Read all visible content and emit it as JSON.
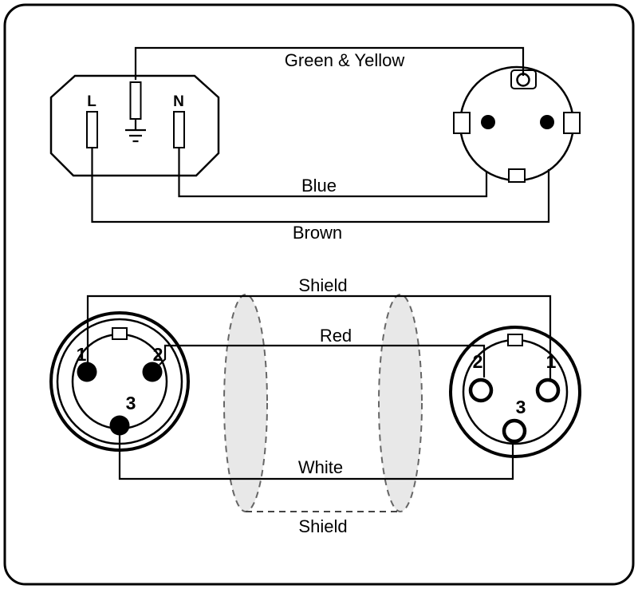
{
  "power_section": {
    "iec_inlet": {
      "pin_live_label": "L",
      "pin_neutral_label": "N"
    },
    "wire_labels": {
      "earth": "Green & Yellow",
      "neutral": "Blue",
      "live": "Brown"
    }
  },
  "xlr_section": {
    "male_xlr": {
      "pin1": "1",
      "pin2": "2",
      "pin3": "3"
    },
    "female_xlr": {
      "pin1": "1",
      "pin2": "2",
      "pin3": "3"
    },
    "wire_labels": {
      "shield_top": "Shield",
      "signal_hot": "Red",
      "signal_cold": "White",
      "shield_bottom": "Shield"
    }
  },
  "colors": {
    "line": "#000000",
    "background": "#ffffff",
    "cable_fill": "#e8e8e8",
    "cable_stroke": "#666666"
  }
}
